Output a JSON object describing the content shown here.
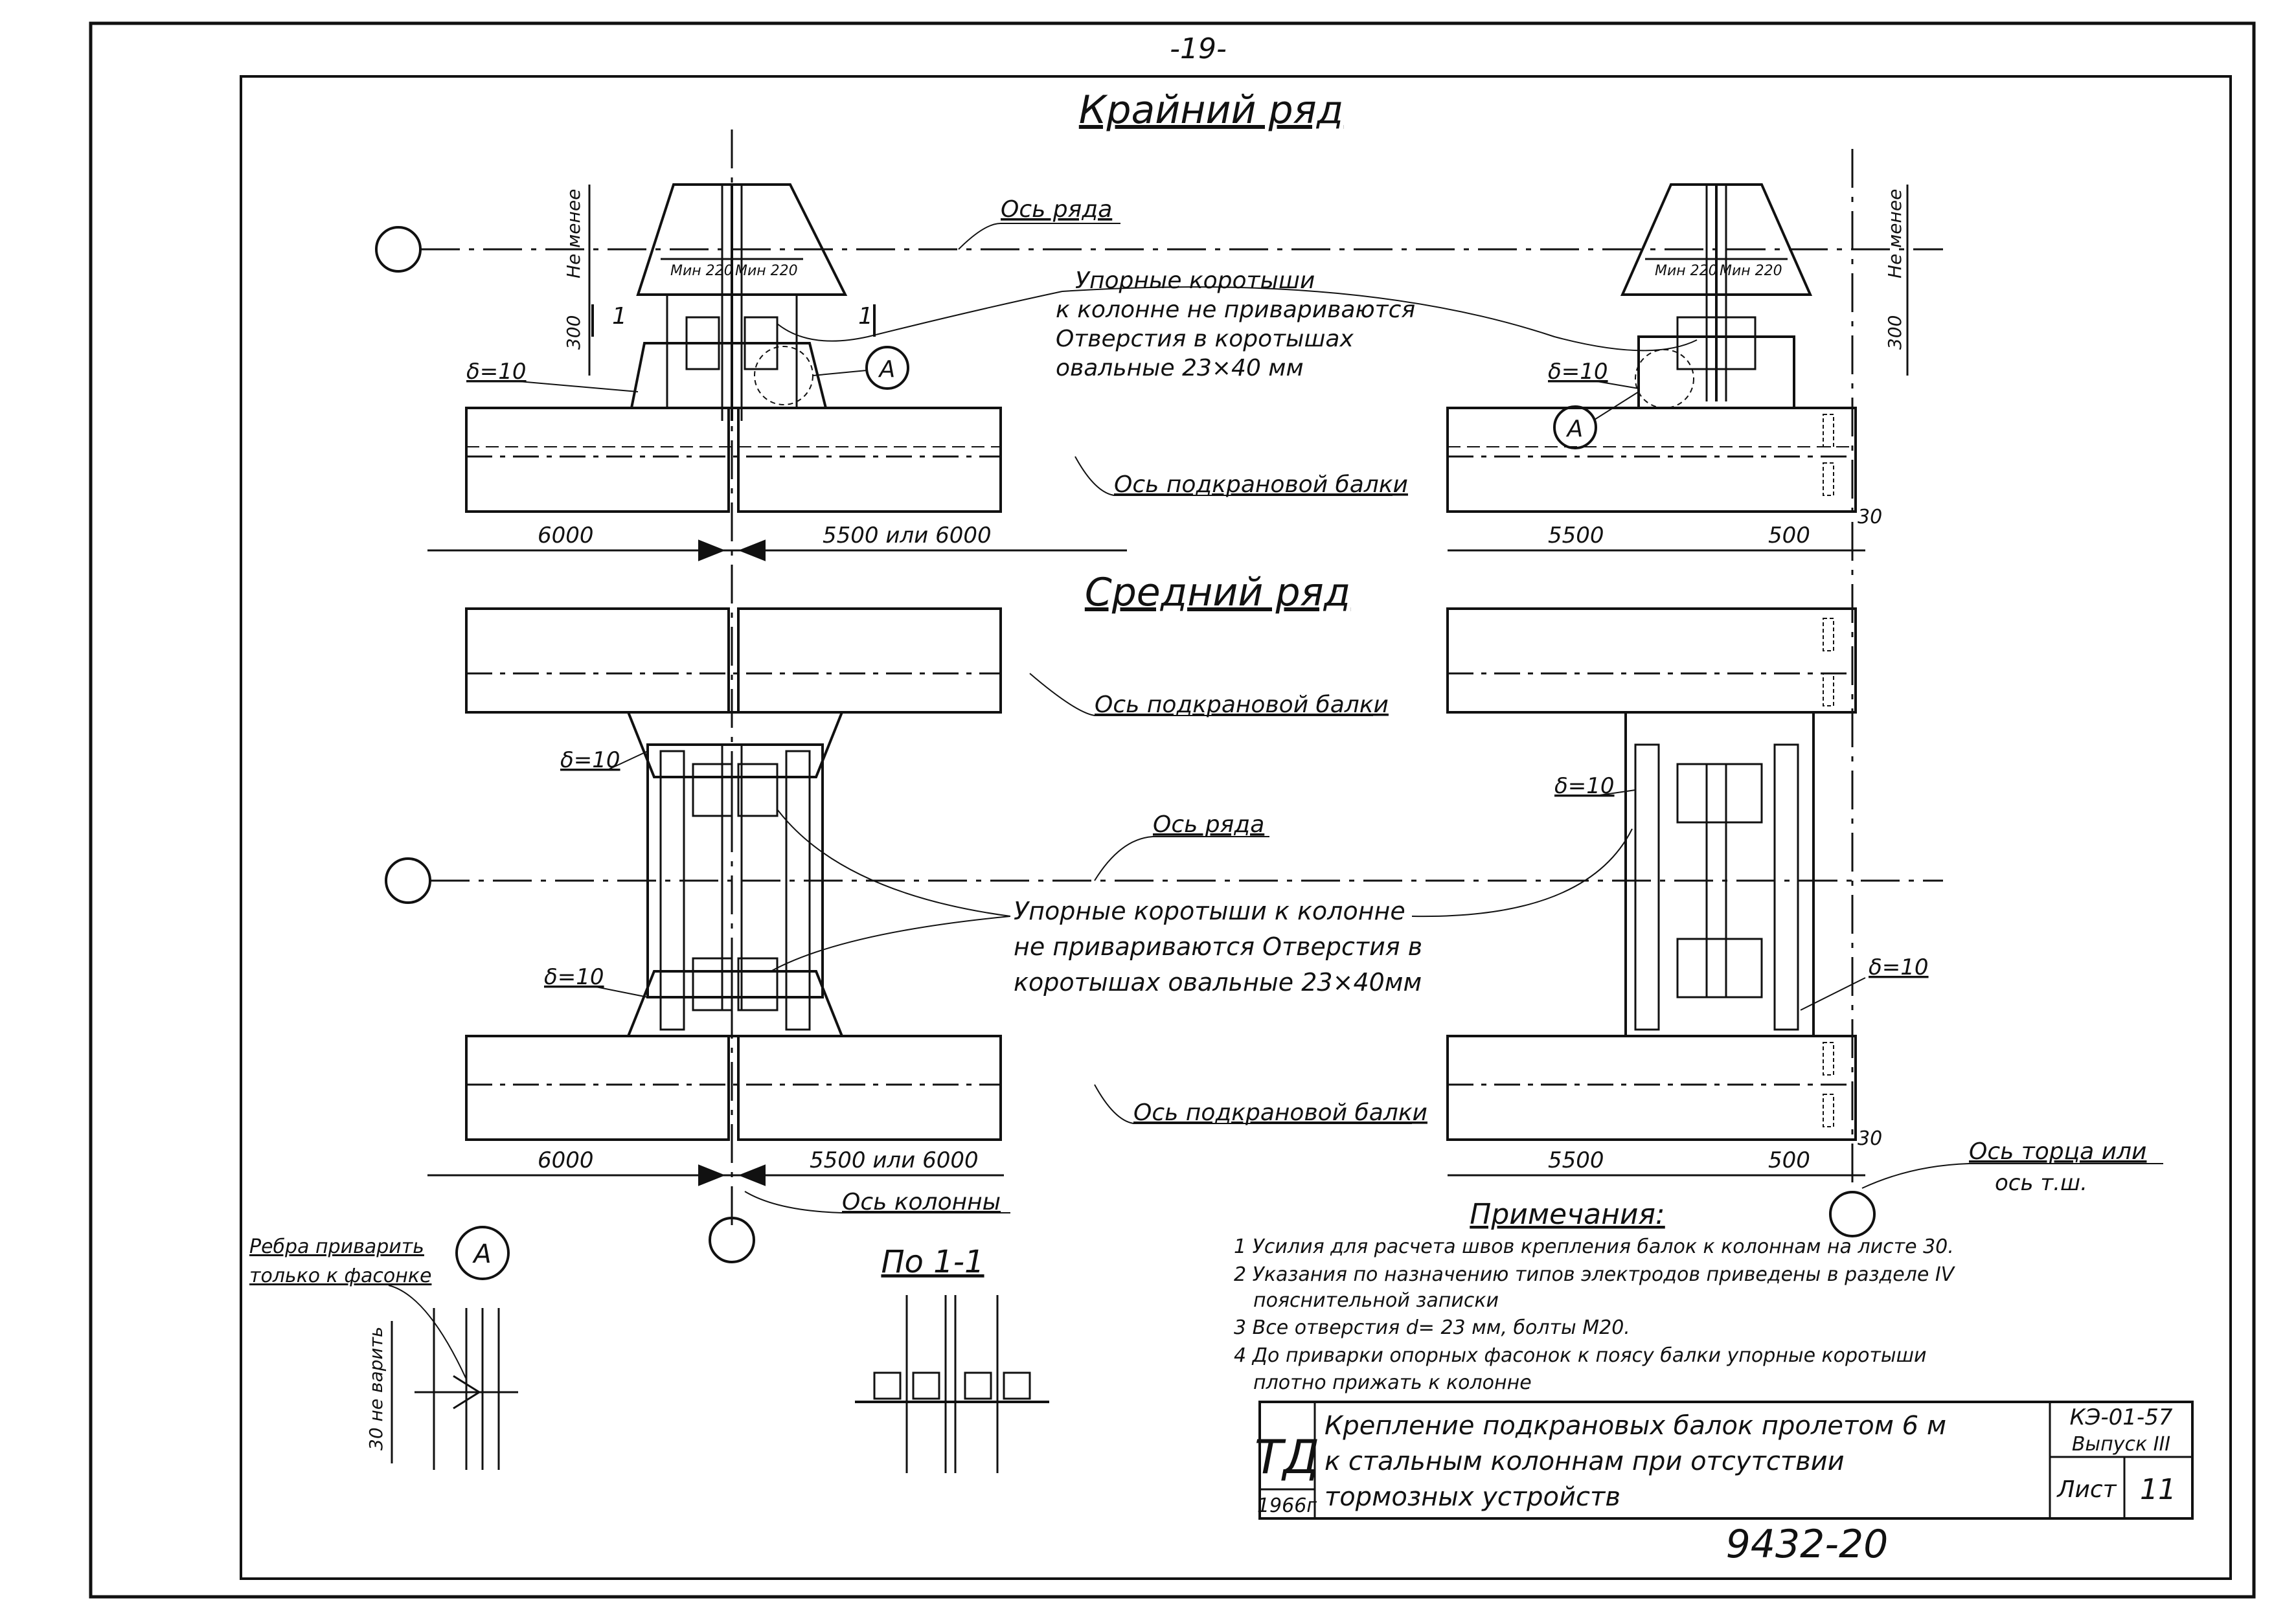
{
  "page_number": "-19-",
  "headings": {
    "outer_row": "Крайний ряд",
    "middle_row": "Средний ряд"
  },
  "labels": {
    "row_axis": "Ось ряда",
    "crane_beam_axis": "Ось подкрановой балки",
    "column_axis": "Ось колонны",
    "end_axis_line1": "Ось торца или",
    "end_axis_line2": "ось т.ш.",
    "not_less": "Не менее",
    "thickness": "δ=10",
    "min_220": "Мин 220",
    "mark_a": "А",
    "cut_mark": "1",
    "stops_outer": [
      "Упорные коротыши",
      "к колонне не привариваются",
      "Отверстия в коротышах",
      "овальные 23×40 мм"
    ],
    "stops_middle": [
      "Упорные коротыши к колонне",
      "не привариваются Отверстия в",
      "коротышах овальные 23×40мм"
    ]
  },
  "dimensions": {
    "d300": "300",
    "d6000": "6000",
    "d5500_or_6000": "5500 или 6000",
    "d5500": "5500",
    "d500": "500",
    "d30": "30"
  },
  "detail_a": {
    "mark": "А",
    "note_line1": "Ребра приварить",
    "note_line2": "только к фасонке",
    "no_weld": "30 не варить"
  },
  "section": {
    "title": "По 1-1"
  },
  "notes": {
    "title": "Примечания:",
    "items": [
      "1 Усилия для расчета швов крепления балок к колоннам на листе 30.",
      "2 Указания по назначению типов электродов приведены в разделе IV",
      "пояснительной записки",
      "3 Все отверстия d= 23 мм, болты М20.",
      "4 До приварки опорных фасонок к поясу балки упорные коротыши",
      "плотно прижать к колонне"
    ]
  },
  "title_block": {
    "logo": "ТД",
    "year": "1966г",
    "title_line1": "Крепление подкрановых балок пролетом 6 м",
    "title_line2": "к стальным колоннам при отсутствии",
    "title_line3": "тормозных устройств",
    "code": "КЭ-01-57",
    "issue": "Выпуск III",
    "sheet_label": "Лист",
    "sheet_number": "11"
  },
  "stamp": "9432-20"
}
